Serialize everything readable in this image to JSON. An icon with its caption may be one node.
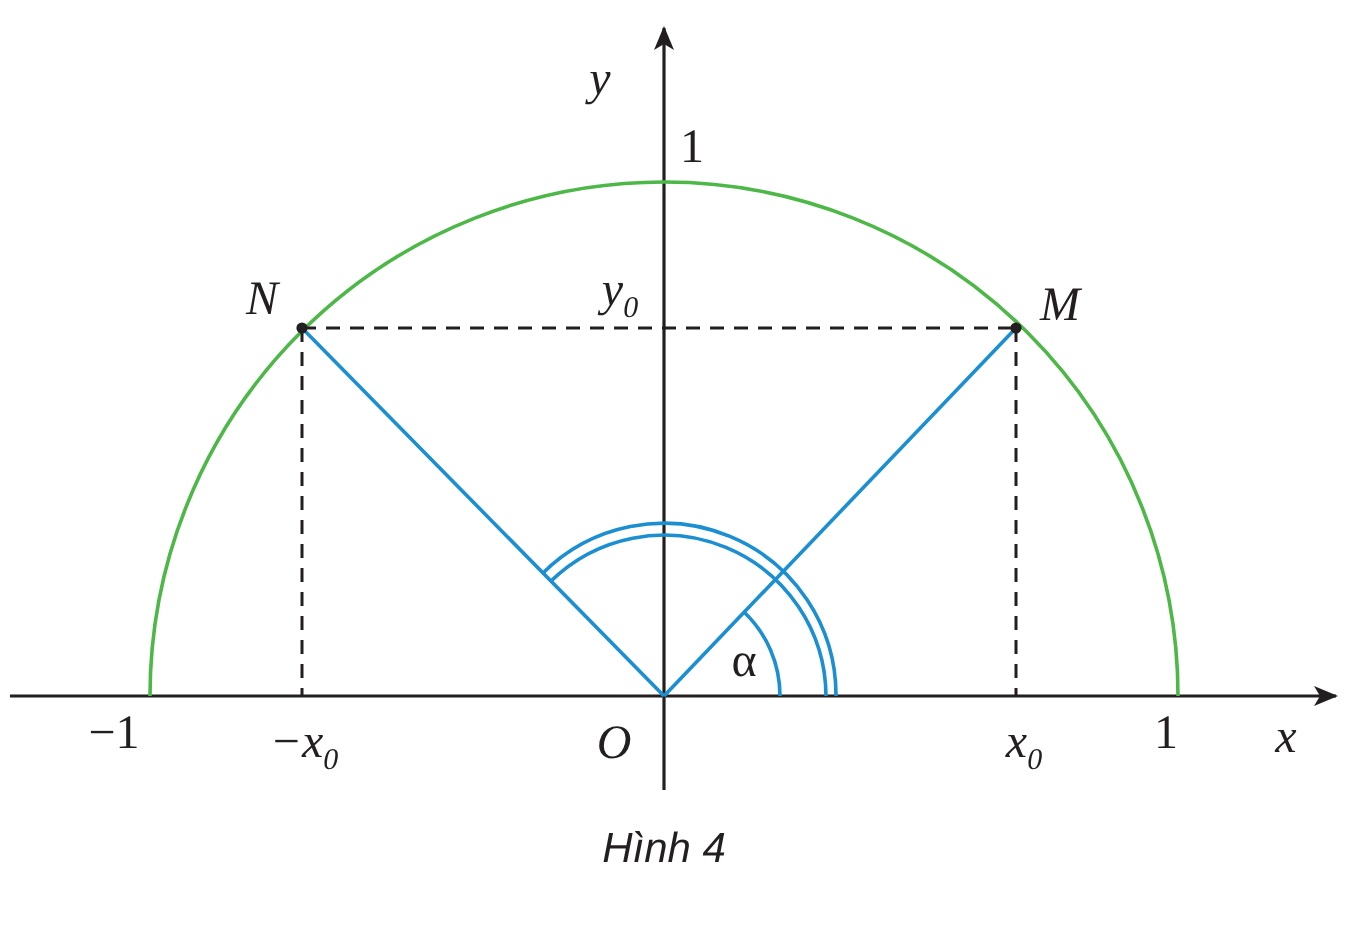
{
  "diagram": {
    "caption": "Hình 4",
    "labels": [
      "y",
      "1",
      "N",
      "y$_{0}$",
      "M",
      "α",
      "−1",
      "−x$_{0}$",
      "O",
      "x$_{0}$",
      "1",
      "x"
    ]
  }
}
